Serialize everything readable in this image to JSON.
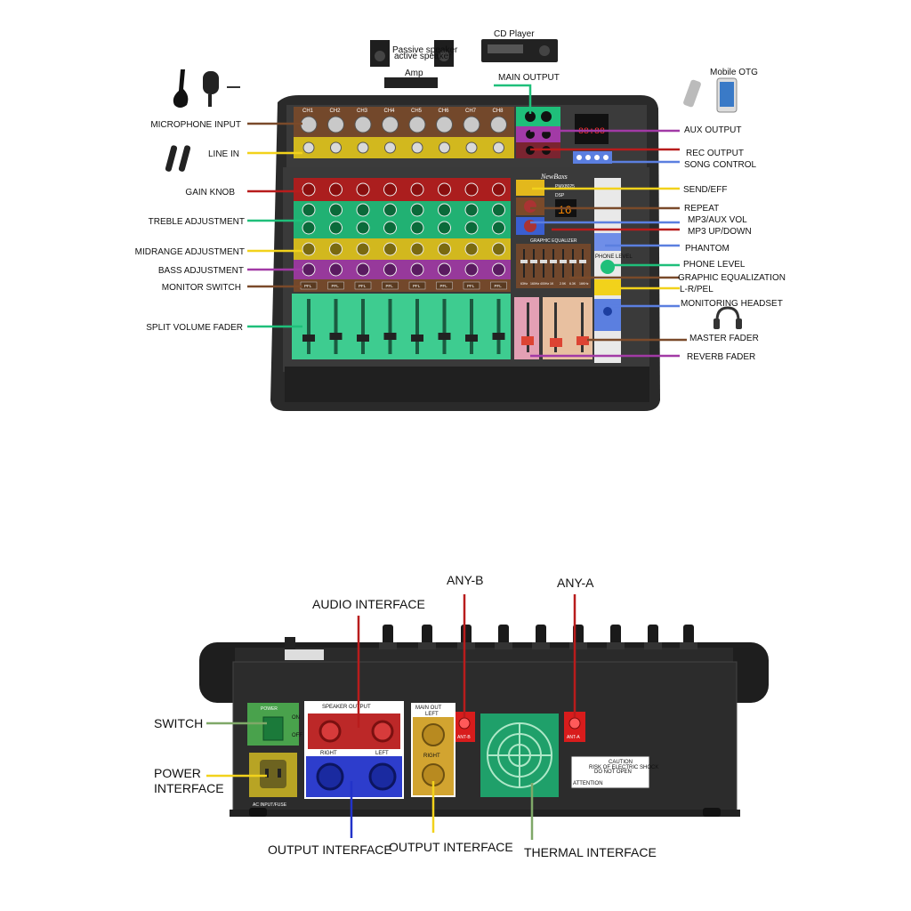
{
  "colors": {
    "brown": "#7a4a2a",
    "yellow": "#f2d21b",
    "red": "#b81c1c",
    "green": "#1fbf7a",
    "purple": "#a23aa6",
    "blue": "#5b7fe0",
    "lightblue": "#6f8ee8",
    "pink": "#e3a0b4",
    "darkblue": "#2233c9",
    "olive": "#7fa868"
  },
  "top": {
    "devices": {
      "cd_player": "CD Player",
      "passive_speaker": "Passive speaker",
      "active_speaker": "active speaker",
      "amp": "Amp",
      "mobile_otg": "Mobile OTG"
    },
    "mixer": {
      "brand": "NewBaxs",
      "model": "PMX8025",
      "dsp": "DSP",
      "display_digits": "88:88",
      "preset_digits": "16",
      "graphic_eq": "GRAPHIC EQUALIZER",
      "phone_level": "PHONE LEVEL",
      "channels": [
        "CH1",
        "CH2",
        "CH3",
        "CH4",
        "CH5",
        "CH6",
        "CH7",
        "CH8"
      ],
      "pfl": "PFL",
      "eq_bands": [
        "63Hz",
        "160Hz",
        "400Hz",
        "1K",
        "2.5K",
        "6.3K",
        "16KHz"
      ]
    },
    "labels_left": {
      "microphone_input": "MICROPHONE INPUT",
      "line_in": "LINE IN",
      "gain_knob": "GAIN KNOB",
      "treble": "TREBLE ADJUSTMENT",
      "midrange": "MIDRANGE ADJUSTMENT",
      "bass": "BASS ADJUSTMENT",
      "monitor_switch": "MONITOR SWITCH",
      "split_fader": "SPLIT VOLUME FADER"
    },
    "labels_right": {
      "main_output": "MAIN OUTPUT",
      "aux_output": "AUX OUTPUT",
      "rec_output": "REC OUTPUT",
      "song_control": "SONG  CONTROL",
      "send_eff": "SEND/EFF",
      "repeat": "REPEAT",
      "mp3_aux_vol": "MP3/AUX VOL",
      "mp3_up_down": "MP3 UP/DOWN",
      "phantom": "PHANTOM",
      "phone_level": "PHONE LEVEL",
      "graphic_eq": "GRAPHIC EQUALIZATION",
      "lr_pel": "L-R/PEL",
      "monitoring_headset": "MONITORING HEADSET",
      "master_fader": "MASTER FADER",
      "reverb_fader": "REVERB FADER"
    }
  },
  "bottom": {
    "labels": {
      "audio_interface": "AUDIO INTERFACE",
      "any_b": "ANY-B",
      "any_a": "ANY-A",
      "switch": "SWITCH",
      "power_interface_1": "POWER",
      "power_interface_2": "INTERFACE",
      "output_interface_left": "OUTPUT INTERFACE",
      "output_interface_mid": "OUTPUT INTERFACE",
      "thermal_interface": "THERMAL INTERFACE"
    },
    "panel": {
      "power": "POWER",
      "on": "ON",
      "off": "OFF",
      "ac_input": "AC INPUT/FUSE",
      "speaker_output": "SPEAKER OUTPUT",
      "right": "RIGHT",
      "left": "LEFT",
      "main_out": "MAIN OUT",
      "main_left": "LEFT",
      "main_right": "RIGHT",
      "ant_b": "ANT-B",
      "ant_a": "ANT-A",
      "caution": "CAUTION",
      "caution_line1": "RISK OF ELECTRIC SHOCK",
      "caution_line2": "DO NOT OPEN",
      "attention": "ATTENTION"
    }
  }
}
